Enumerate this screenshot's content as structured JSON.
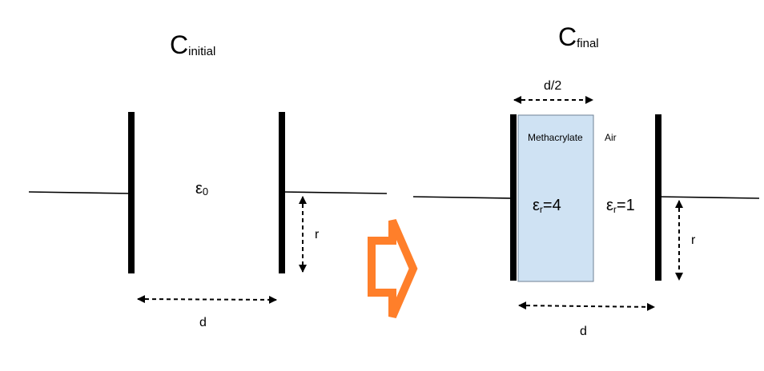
{
  "colors": {
    "background": "#ffffff",
    "ink": "#000000",
    "dielectric_fill": "#cfe2f3",
    "dielectric_border": "#6f8196",
    "arrow_stroke": "#ff7f2a"
  },
  "initial": {
    "title_main": "C",
    "title_sub": "initial",
    "permittivity_main": "ε",
    "permittivity_sub": "0",
    "radius_label": "r",
    "gap_label": "d"
  },
  "final": {
    "title_main": "C",
    "title_sub": "final",
    "half_gap_label": "d/2",
    "material_label": "Methacrylate",
    "air_label": "Air",
    "dielectric_perm_main": "ε",
    "dielectric_perm_sub": "r",
    "dielectric_perm_value": "=4",
    "air_perm_main": "ε",
    "air_perm_sub": "r",
    "air_perm_value": "=1",
    "radius_label": "r",
    "gap_label": "d"
  },
  "transition_arrow": {
    "icon": "hollow-right-arrow-icon"
  }
}
